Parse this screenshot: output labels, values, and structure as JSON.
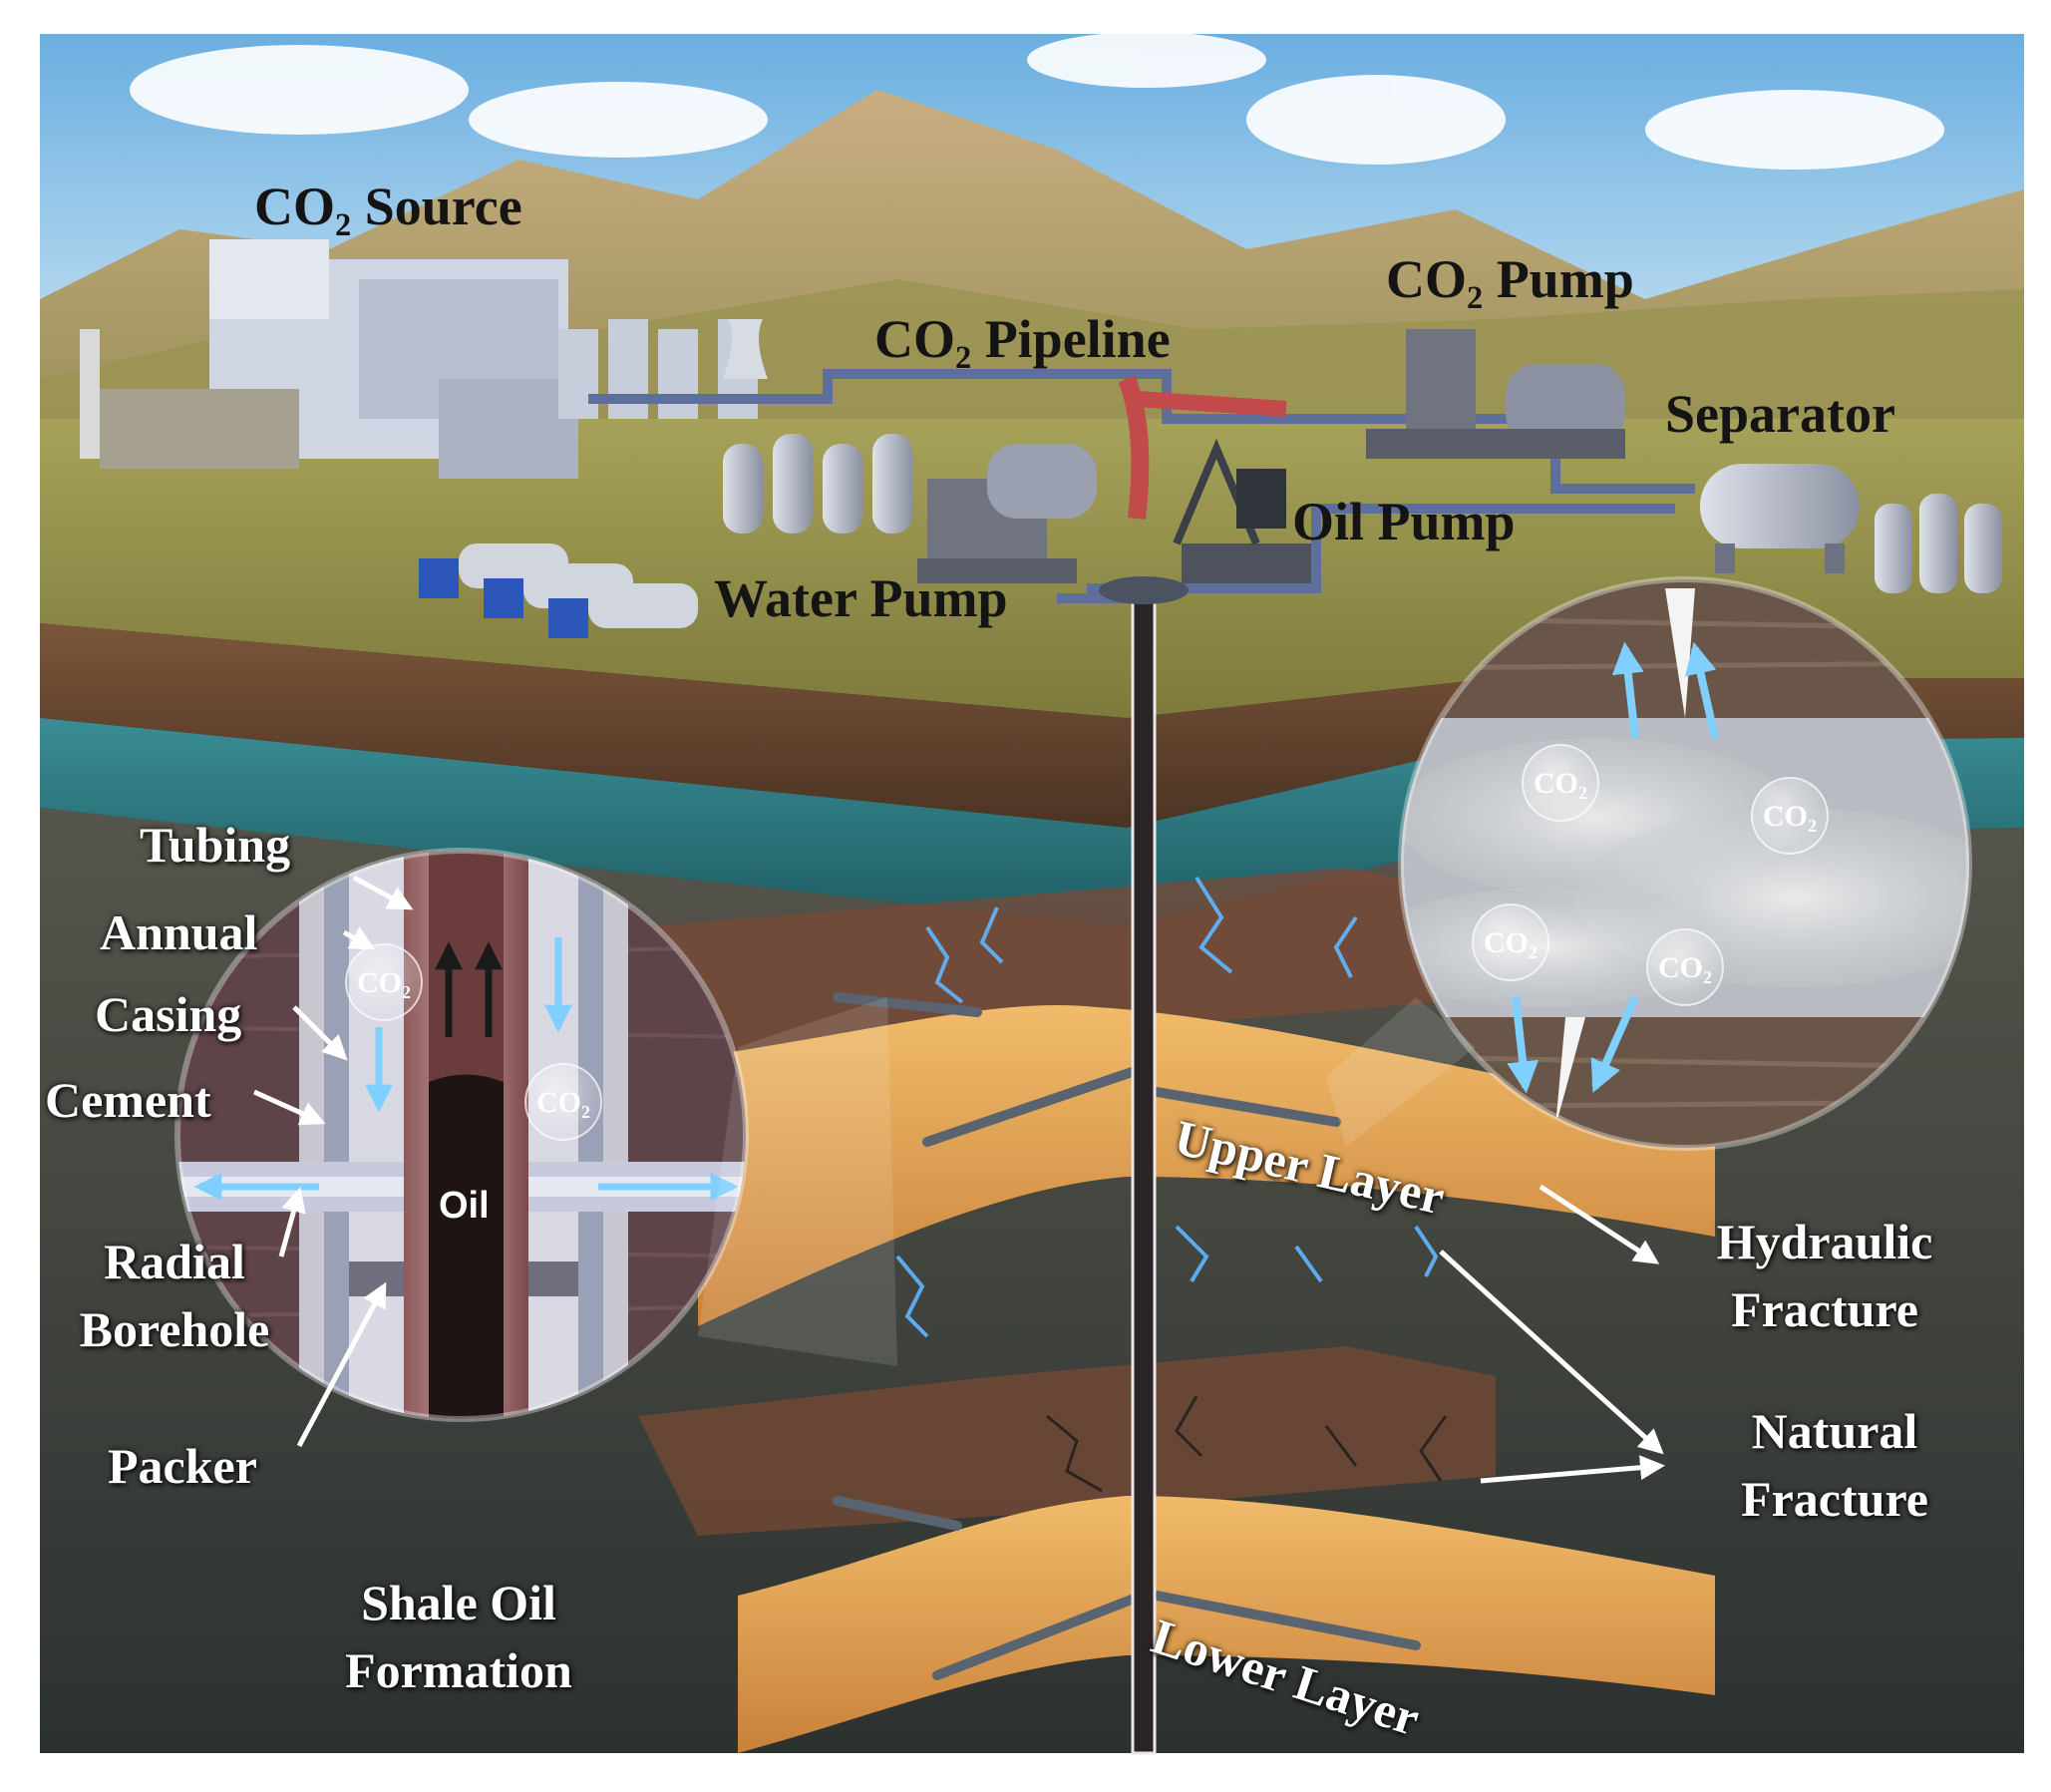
{
  "labels": {
    "co2_source": "CO₂ Source",
    "co2_pipeline": "CO₂ Pipeline",
    "co2_pump": "CO₂ Pump",
    "separator": "Separator",
    "oil_pump": "Oil Pump",
    "water_pump": "Water Pump",
    "tubing": "Tubing",
    "annual": "Annual",
    "casing": "Casing",
    "cement": "Cement",
    "radial_borehole_1": "Radial",
    "radial_borehole_2": "Borehole",
    "packer": "Packer",
    "oil": "Oil",
    "shale_1": "Shale Oil",
    "shale_2": "Formation",
    "upper_layer": "Upper Layer",
    "lower_layer": "Lower Layer",
    "hydraulic_1": "Hydraulic",
    "hydraulic_2": "Fracture",
    "natural_1": "Natural",
    "natural_2": "Fracture",
    "co2_bubble": "CO₂"
  },
  "colors": {
    "sky": "#8ec3e6",
    "mountain": "#b79a68",
    "grass": "#a9a152",
    "soil": "#6b4a32",
    "water": "#2f7f86",
    "rock": "#4a4a45",
    "fracture_layer": "#e6a24f",
    "co2_arrow": "#7fd0ff"
  }
}
